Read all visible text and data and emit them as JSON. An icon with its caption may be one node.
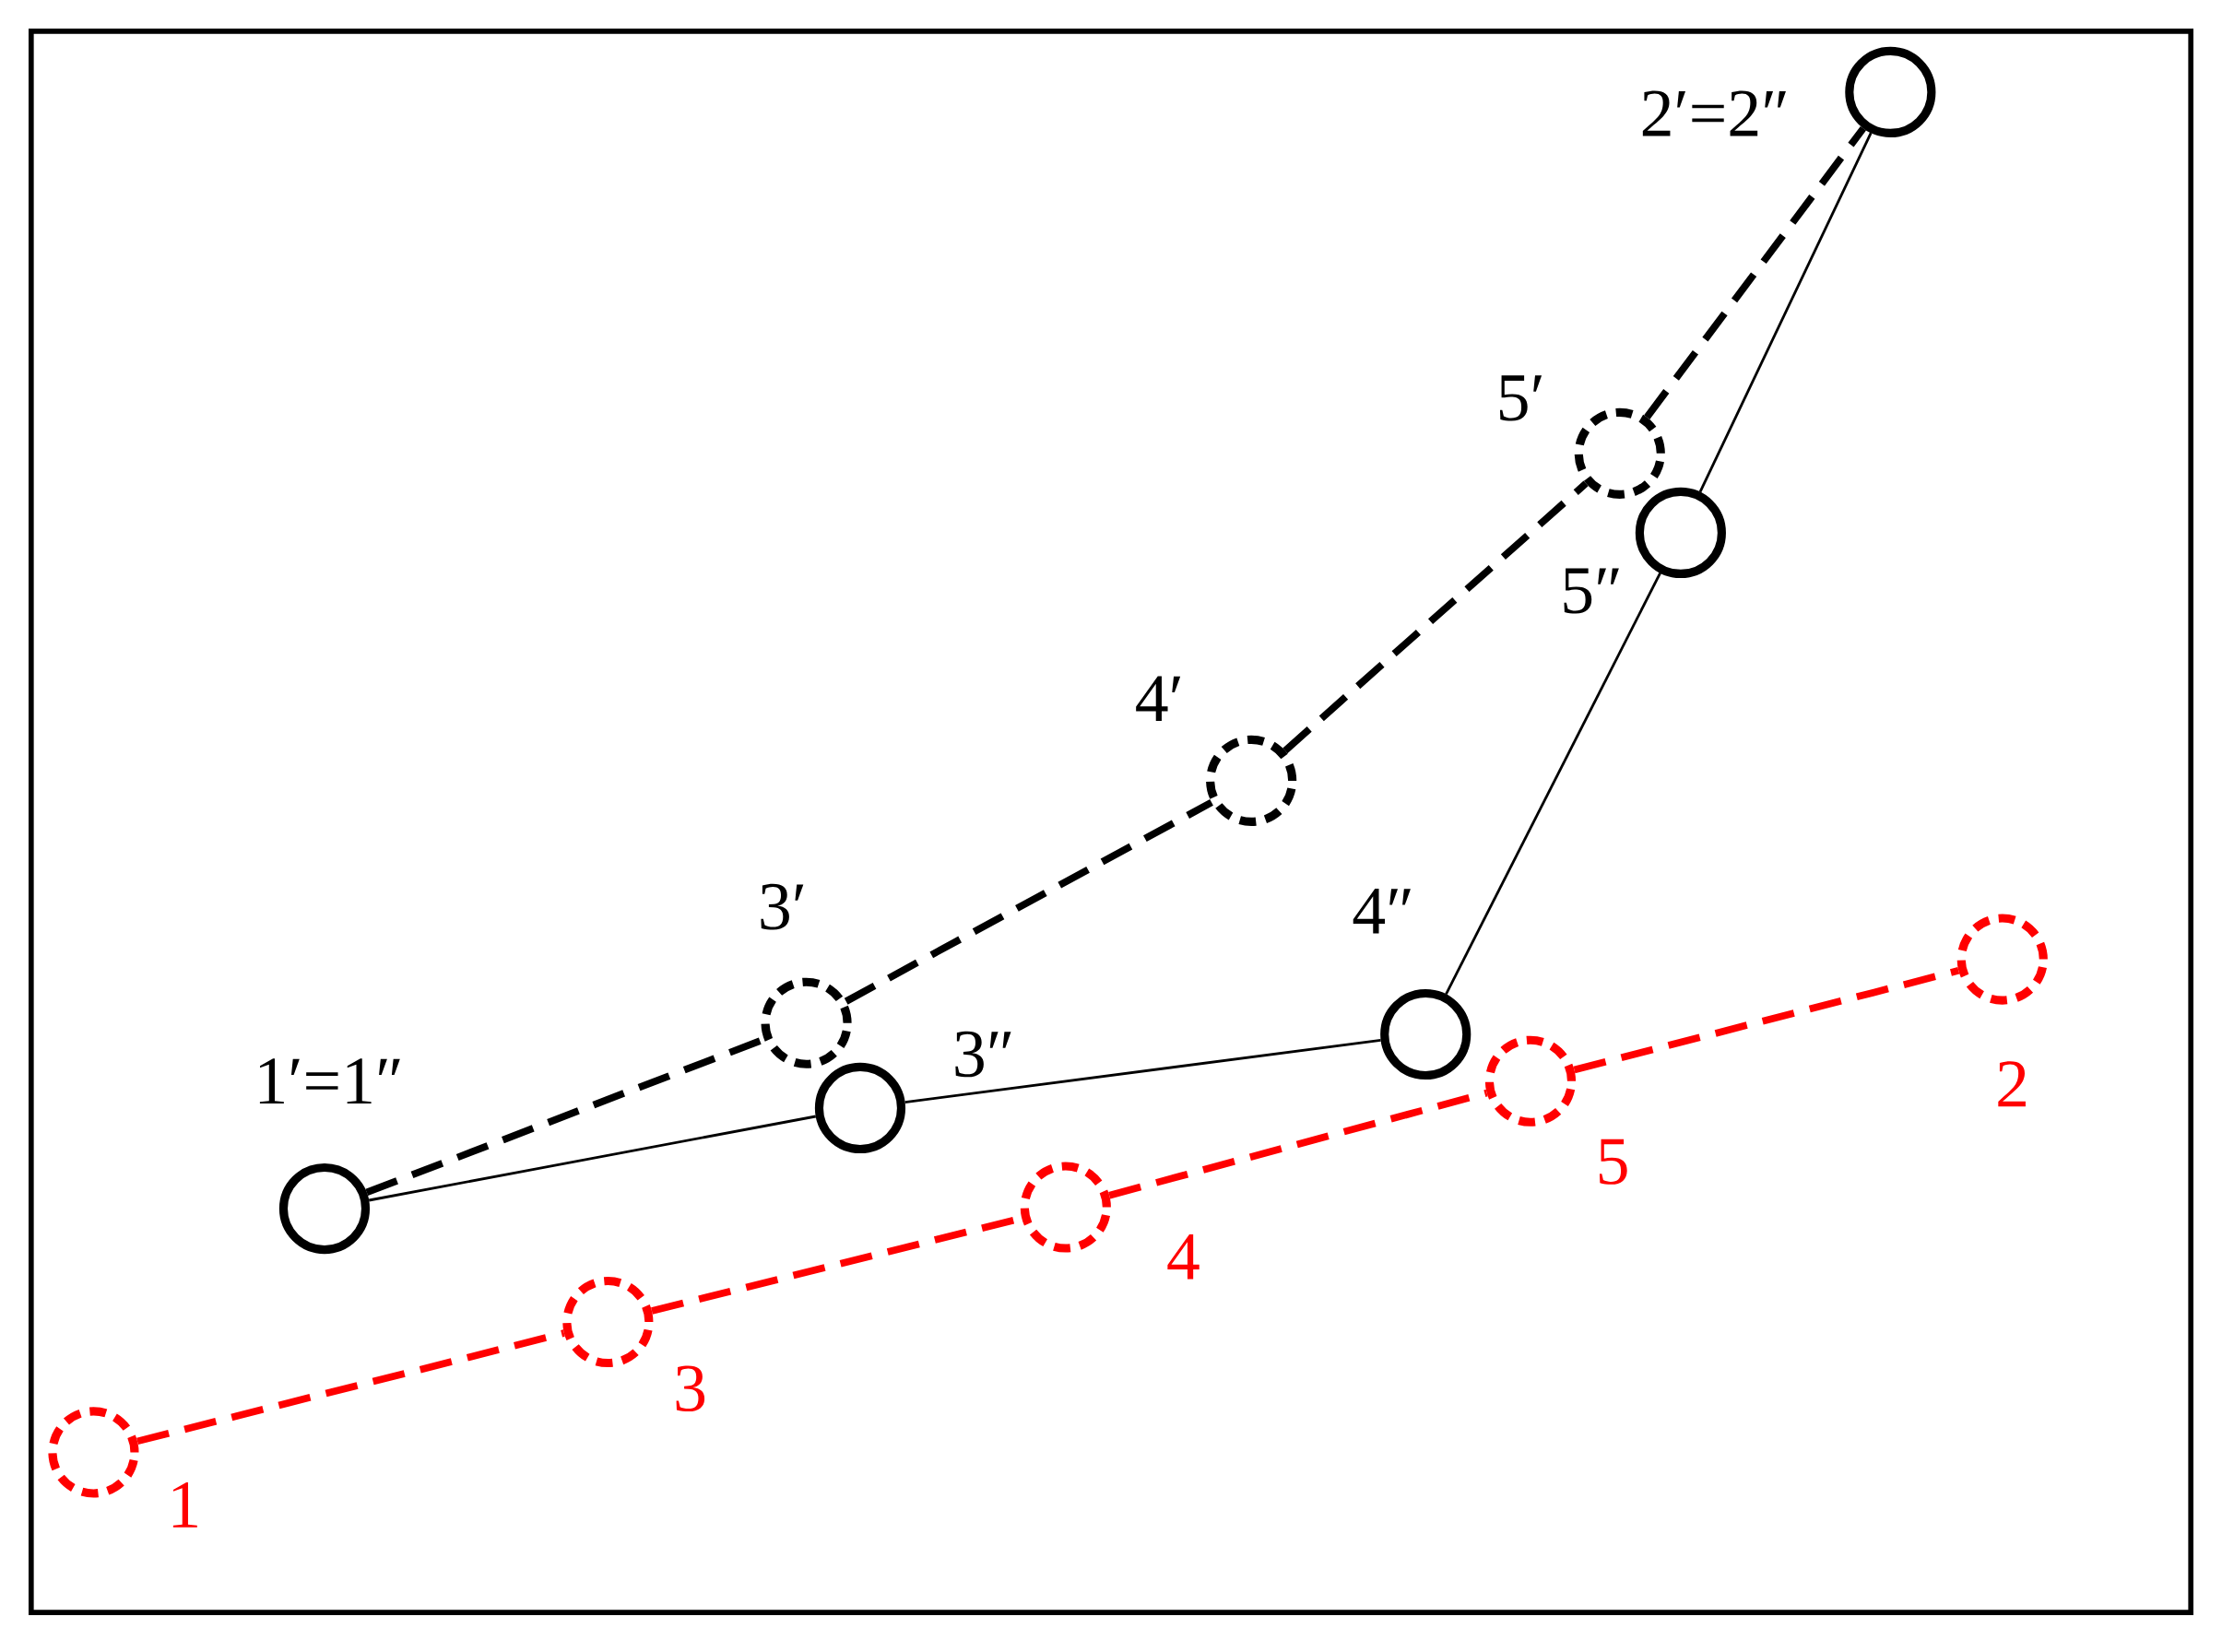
{
  "diagram": {
    "nodes": [
      {
        "text": [],
        "shape": "circle",
        "beside": [
          "1′=1″"
        ]
      },
      {
        "text": [],
        "shape": "circle",
        "beside": [
          "3′"
        ]
      },
      {
        "text": [],
        "shape": "circle",
        "beside": [
          "4′"
        ]
      },
      {
        "text": [],
        "shape": "circle",
        "beside": [
          "5′"
        ]
      },
      {
        "text": [],
        "shape": "circle",
        "beside": [
          "2′=2″"
        ]
      },
      {
        "text": [],
        "shape": "circle",
        "beside": [
          "3″"
        ]
      },
      {
        "text": [],
        "shape": "circle",
        "beside": [
          "4″"
        ]
      },
      {
        "text": [],
        "shape": "circle",
        "beside": [
          "5″"
        ]
      },
      {
        "text": [],
        "shape": "circle",
        "beside": [
          "1"
        ]
      },
      {
        "text": [],
        "shape": "circle",
        "beside": [
          "3"
        ]
      },
      {
        "text": [],
        "shape": "circle",
        "beside": [
          "4"
        ]
      },
      {
        "text": [],
        "shape": "circle",
        "beside": [
          "5"
        ]
      },
      {
        "text": [],
        "shape": "circle",
        "beside": [
          "2"
        ]
      }
    ],
    "edges": [
      {
        "from": 0,
        "to": 1,
        "arrow": "none",
        "style": "dashed"
      },
      {
        "from": 1,
        "to": 2,
        "arrow": "none",
        "style": "dashed"
      },
      {
        "from": 2,
        "to": 3,
        "arrow": "none",
        "style": "dashed"
      },
      {
        "from": 3,
        "to": 4,
        "arrow": "none",
        "style": "dashed"
      },
      {
        "from": 0,
        "to": 5,
        "arrow": "none"
      },
      {
        "from": 5,
        "to": 6,
        "arrow": "none"
      },
      {
        "from": 6,
        "to": 7,
        "arrow": "none"
      },
      {
        "from": 7,
        "to": 4,
        "arrow": "none"
      },
      {
        "from": 8,
        "to": 9,
        "arrow": "none",
        "style": "dashed",
        "color": "#ff0000"
      },
      {
        "from": 9,
        "to": 10,
        "arrow": "none",
        "style": "dashed",
        "color": "#ff0000"
      },
      {
        "from": 10,
        "to": 11,
        "arrow": "none",
        "style": "dashed",
        "color": "#ff0000"
      },
      {
        "from": 11,
        "to": 12,
        "arrow": "none",
        "style": "dashed",
        "color": "#ff0000"
      }
    ]
  }
}
